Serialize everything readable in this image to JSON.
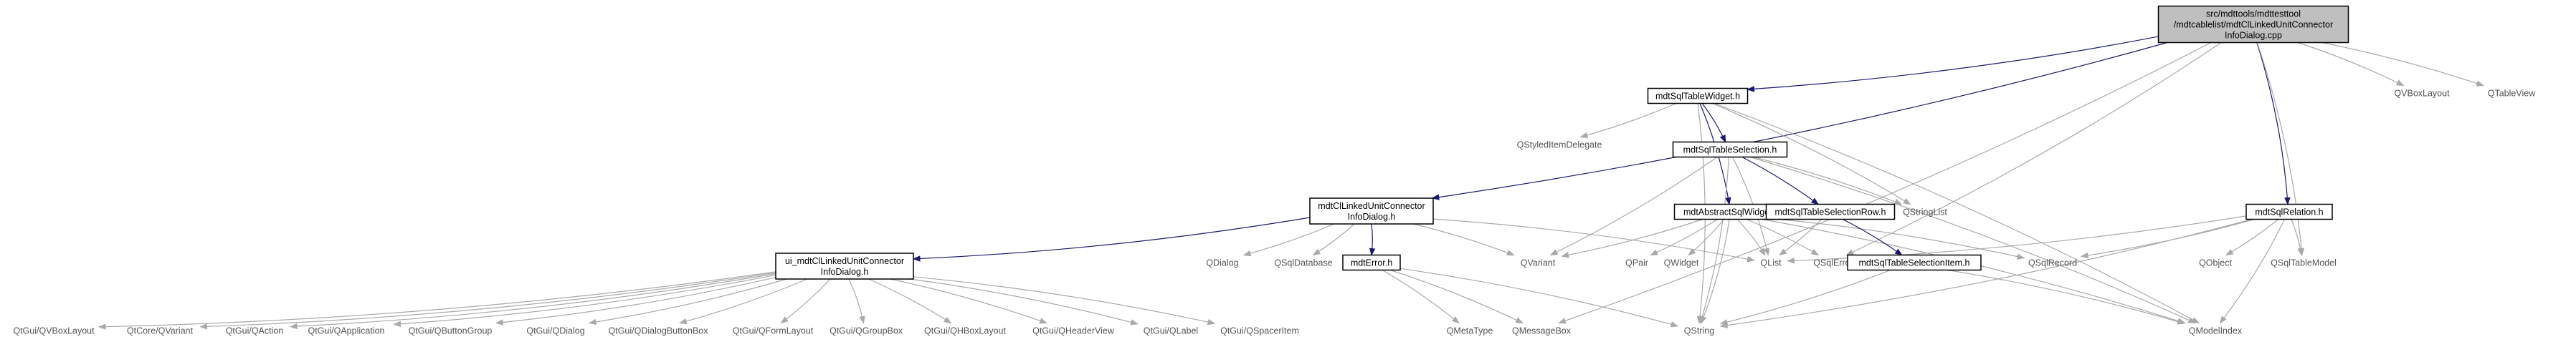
{
  "graph": {
    "root": "root",
    "nodes": [
      {
        "id": "root",
        "lines": [
          "src/mdttools/mdttesttool",
          "/mdtcablelist/mdtClLinkedUnitConnector",
          "InfoDialog.cpp"
        ],
        "kind": "root"
      },
      {
        "id": "mdtSqlTableWidget",
        "lines": [
          "mdtSqlTableWidget.h"
        ],
        "kind": "doc"
      },
      {
        "id": "QVBoxLayout",
        "lines": [
          "QVBoxLayout"
        ],
        "kind": "ext"
      },
      {
        "id": "QTableView",
        "lines": [
          "QTableView"
        ],
        "kind": "ext"
      },
      {
        "id": "QStyledItemDelegate",
        "lines": [
          "QStyledItemDelegate"
        ],
        "kind": "ext"
      },
      {
        "id": "mdtSqlTableSelection",
        "lines": [
          "mdtSqlTableSelection.h"
        ],
        "kind": "doc"
      },
      {
        "id": "mdtClLinkedUnitConnectorInfoDialog",
        "lines": [
          "mdtClLinkedUnitConnector",
          "InfoDialog.h"
        ],
        "kind": "doc"
      },
      {
        "id": "mdtAbstractSqlWidget",
        "lines": [
          "mdtAbstractSqlWidget.h"
        ],
        "kind": "doc"
      },
      {
        "id": "mdtSqlTableSelectionRow",
        "lines": [
          "mdtSqlTableSelectionRow.h"
        ],
        "kind": "doc"
      },
      {
        "id": "QStringList",
        "lines": [
          "QStringList"
        ],
        "kind": "ext"
      },
      {
        "id": "mdtSqlRelation",
        "lines": [
          "mdtSqlRelation.h"
        ],
        "kind": "doc"
      },
      {
        "id": "QDialog",
        "lines": [
          "QDialog"
        ],
        "kind": "ext"
      },
      {
        "id": "QSqlDatabase",
        "lines": [
          "QSqlDatabase"
        ],
        "kind": "ext"
      },
      {
        "id": "uiDialog",
        "lines": [
          "ui_mdtClLinkedUnitConnector",
          "InfoDialog.h"
        ],
        "kind": "doc"
      },
      {
        "id": "mdtError",
        "lines": [
          "mdtError.h"
        ],
        "kind": "doc"
      },
      {
        "id": "QVariant",
        "lines": [
          "QVariant"
        ],
        "kind": "ext"
      },
      {
        "id": "QPair",
        "lines": [
          "QPair"
        ],
        "kind": "ext"
      },
      {
        "id": "QWidget",
        "lines": [
          "QWidget"
        ],
        "kind": "ext"
      },
      {
        "id": "QList",
        "lines": [
          "QList"
        ],
        "kind": "ext"
      },
      {
        "id": "QSqlError",
        "lines": [
          "QSqlError"
        ],
        "kind": "ext"
      },
      {
        "id": "mdtSqlTableSelectionItem",
        "lines": [
          "mdtSqlTableSelectionItem.h"
        ],
        "kind": "doc"
      },
      {
        "id": "QSqlRecord",
        "lines": [
          "QSqlRecord"
        ],
        "kind": "ext"
      },
      {
        "id": "QObject",
        "lines": [
          "QObject"
        ],
        "kind": "ext"
      },
      {
        "id": "QSqlTableModel",
        "lines": [
          "QSqlTableModel"
        ],
        "kind": "ext"
      },
      {
        "id": "QtGui_QVBoxLayout",
        "lines": [
          "QtGui/QVBoxLayout"
        ],
        "kind": "ext"
      },
      {
        "id": "QtCore_QVariant",
        "lines": [
          "QtCore/QVariant"
        ],
        "kind": "ext"
      },
      {
        "id": "QtGui_QAction",
        "lines": [
          "QtGui/QAction"
        ],
        "kind": "ext"
      },
      {
        "id": "QtGui_QApplication",
        "lines": [
          "QtGui/QApplication"
        ],
        "kind": "ext"
      },
      {
        "id": "QtGui_QButtonGroup",
        "lines": [
          "QtGui/QButtonGroup"
        ],
        "kind": "ext"
      },
      {
        "id": "QtGui_QDialog",
        "lines": [
          "QtGui/QDialog"
        ],
        "kind": "ext"
      },
      {
        "id": "QtGui_QDialogButtonBox",
        "lines": [
          "QtGui/QDialogButtonBox"
        ],
        "kind": "ext"
      },
      {
        "id": "QtGui_QFormLayout",
        "lines": [
          "QtGui/QFormLayout"
        ],
        "kind": "ext"
      },
      {
        "id": "QtGui_QGroupBox",
        "lines": [
          "QtGui/QGroupBox"
        ],
        "kind": "ext"
      },
      {
        "id": "QtGui_QHBoxLayout",
        "lines": [
          "QtGui/QHBoxLayout"
        ],
        "kind": "ext"
      },
      {
        "id": "QtGui_QHeaderView",
        "lines": [
          "QtGui/QHeaderView"
        ],
        "kind": "ext"
      },
      {
        "id": "QtGui_QLabel",
        "lines": [
          "QtGui/QLabel"
        ],
        "kind": "ext"
      },
      {
        "id": "QtGui_QSpacerItem",
        "lines": [
          "QtGui/QSpacerItem"
        ],
        "kind": "ext"
      },
      {
        "id": "QMetaType",
        "lines": [
          "QMetaType"
        ],
        "kind": "ext"
      },
      {
        "id": "QMessageBox",
        "lines": [
          "QMessageBox"
        ],
        "kind": "ext"
      },
      {
        "id": "QString",
        "lines": [
          "QString"
        ],
        "kind": "ext"
      },
      {
        "id": "QModelIndex",
        "lines": [
          "QModelIndex"
        ],
        "kind": "ext"
      }
    ],
    "edges": [
      [
        "root",
        "mdtSqlTableWidget"
      ],
      [
        "root",
        "QVBoxLayout"
      ],
      [
        "root",
        "QTableView"
      ],
      [
        "root",
        "mdtClLinkedUnitConnectorInfoDialog"
      ],
      [
        "root",
        "mdtSqlRelation"
      ],
      [
        "root",
        "QMessageBox"
      ],
      [
        "root",
        "QSqlError"
      ],
      [
        "root",
        "QSqlTableModel"
      ],
      [
        "mdtSqlTableWidget",
        "QStyledItemDelegate"
      ],
      [
        "mdtSqlTableWidget",
        "mdtSqlTableSelection"
      ],
      [
        "mdtSqlTableWidget",
        "mdtAbstractSqlWidget"
      ],
      [
        "mdtSqlTableWidget",
        "QStringList"
      ],
      [
        "mdtSqlTableWidget",
        "QString"
      ],
      [
        "mdtSqlTableWidget",
        "QModelIndex"
      ],
      [
        "mdtSqlTableSelection",
        "mdtSqlTableSelectionRow"
      ],
      [
        "mdtSqlTableSelection",
        "QStringList"
      ],
      [
        "mdtSqlTableSelection",
        "QVariant"
      ],
      [
        "mdtSqlTableSelection",
        "QList"
      ],
      [
        "mdtSqlTableSelection",
        "QModelIndex"
      ],
      [
        "mdtSqlTableSelection",
        "QString"
      ],
      [
        "mdtClLinkedUnitConnectorInfoDialog",
        "QDialog"
      ],
      [
        "mdtClLinkedUnitConnectorInfoDialog",
        "QSqlDatabase"
      ],
      [
        "mdtClLinkedUnitConnectorInfoDialog",
        "uiDialog"
      ],
      [
        "mdtClLinkedUnitConnectorInfoDialog",
        "mdtError"
      ],
      [
        "mdtClLinkedUnitConnectorInfoDialog",
        "QVariant"
      ],
      [
        "mdtClLinkedUnitConnectorInfoDialog",
        "QList"
      ],
      [
        "mdtAbstractSqlWidget",
        "QVariant"
      ],
      [
        "mdtAbstractSqlWidget",
        "QPair"
      ],
      [
        "mdtAbstractSqlWidget",
        "QWidget"
      ],
      [
        "mdtAbstractSqlWidget",
        "QList"
      ],
      [
        "mdtAbstractSqlWidget",
        "QSqlError"
      ],
      [
        "mdtAbstractSqlWidget",
        "QSqlRecord"
      ],
      [
        "mdtAbstractSqlWidget",
        "QString"
      ],
      [
        "mdtAbstractSqlWidget",
        "QModelIndex"
      ],
      [
        "mdtSqlTableSelectionRow",
        "mdtSqlTableSelectionItem"
      ],
      [
        "mdtSqlTableSelectionRow",
        "QList"
      ],
      [
        "mdtSqlTableSelectionItem",
        "QModelIndex"
      ],
      [
        "mdtSqlTableSelectionItem",
        "QString"
      ],
      [
        "mdtSqlRelation",
        "QObject"
      ],
      [
        "mdtSqlRelation",
        "QSqlTableModel"
      ],
      [
        "mdtSqlRelation",
        "QSqlRecord"
      ],
      [
        "mdtSqlRelation",
        "QList"
      ],
      [
        "mdtSqlRelation",
        "QModelIndex"
      ],
      [
        "mdtSqlRelation",
        "QString"
      ],
      [
        "mdtError",
        "QMetaType"
      ],
      [
        "mdtError",
        "QMessageBox"
      ],
      [
        "mdtError",
        "QString"
      ],
      [
        "uiDialog",
        "QtGui_QVBoxLayout"
      ],
      [
        "uiDialog",
        "QtCore_QVariant"
      ],
      [
        "uiDialog",
        "QtGui_QAction"
      ],
      [
        "uiDialog",
        "QtGui_QApplication"
      ],
      [
        "uiDialog",
        "QtGui_QButtonGroup"
      ],
      [
        "uiDialog",
        "QtGui_QDialog"
      ],
      [
        "uiDialog",
        "QtGui_QDialogButtonBox"
      ],
      [
        "uiDialog",
        "QtGui_QFormLayout"
      ],
      [
        "uiDialog",
        "QtGui_QGroupBox"
      ],
      [
        "uiDialog",
        "QtGui_QHBoxLayout"
      ],
      [
        "uiDialog",
        "QtGui_QHeaderView"
      ],
      [
        "uiDialog",
        "QtGui_QLabel"
      ],
      [
        "uiDialog",
        "QtGui_QSpacerItem"
      ]
    ],
    "colors": {
      "edge": "#191970",
      "edge_external": "#a9a9a9",
      "root_fill": "#bfbfbf",
      "node_fill": "#ffffff",
      "external_text": "#555555"
    }
  }
}
